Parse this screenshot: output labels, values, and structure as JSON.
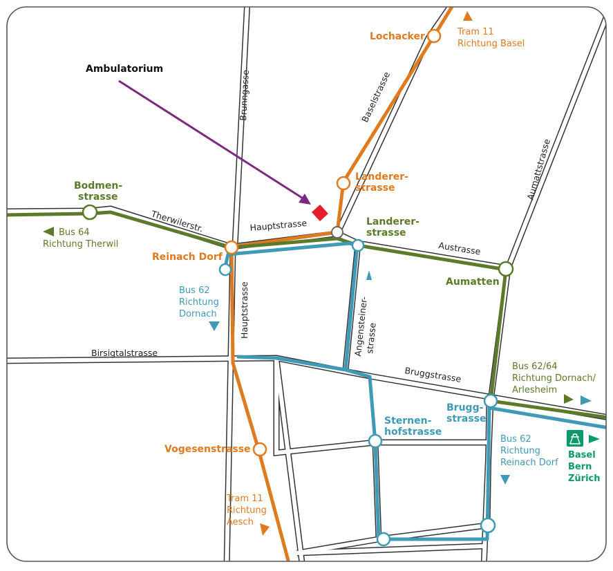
{
  "map": {
    "annotation": "Ambulatorium",
    "streets": {
      "brunngasse": "Brunngasse",
      "baselstrasse": "Baselstrasse",
      "therwilerstr": "Therwilerstr.",
      "hauptstrasse_top": "Hauptstrasse",
      "austrasse": "Austrasse",
      "aumattstrasse": "Aumattstrasse",
      "hauptstrasse_side": "Hauptstrasse",
      "angensteiner_1": "Angensteiner-",
      "angensteiner_2": "strasse",
      "birsigtalstrasse": "Birsigtalstrasse",
      "bruggstrasse": "Bruggstrasse"
    },
    "stops": {
      "lochacker": "Lochacker",
      "landerer_orange_1": "Landerer-",
      "landerer_orange_2": "strasse",
      "landerer_green_1": "Landerer-",
      "landerer_green_2": "strasse",
      "bodmen_1": "Bodmen-",
      "bodmen_2": "strasse",
      "reinach_dorf": "Reinach Dorf",
      "aumatten": "Aumatten",
      "brugg_1": "Brugg-",
      "brugg_2": "strasse",
      "sternen_1": "Sternen-",
      "sternen_2": "hofstrasse",
      "vogesenstrasse": "Vogesenstrasse"
    },
    "directions": {
      "tram11_basel": [
        "Tram 11",
        "Richtung Basel"
      ],
      "bus64_therwil": [
        "Bus 64",
        "Richtung Therwil"
      ],
      "bus62_dornach": [
        "Bus 62",
        "Richtung",
        "Dornach"
      ],
      "bus6264_dornach": [
        "Bus 62/64",
        "Richtung Dornach/",
        "Arlesheim"
      ],
      "bus62_reinach": [
        "Bus 62",
        "Richtung",
        "Reinach Dorf"
      ],
      "motorway": [
        "Basel",
        "Bern",
        "Zürich"
      ],
      "tram11_aesch": [
        "Tram 11",
        "Richtung",
        "Aesch"
      ]
    },
    "colors": {
      "tram": "#e07a1f",
      "bus64": "#5b7b2a",
      "bus62": "#3e9ab5",
      "motorway": "#0b9a6a",
      "pointer": "#7b2a80",
      "marker": "#e41e2b"
    }
  }
}
